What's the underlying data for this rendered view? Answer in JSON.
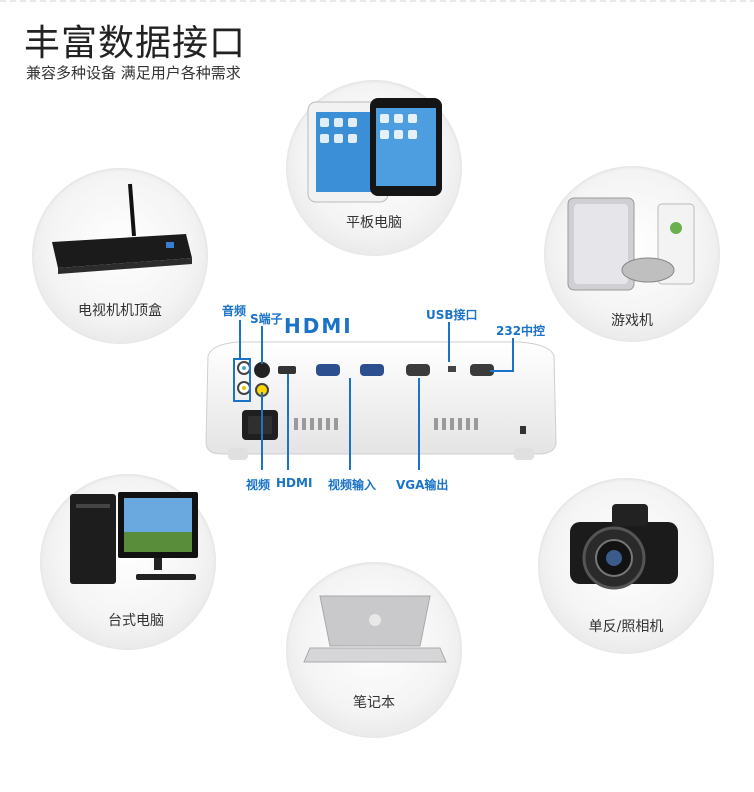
{
  "header": {
    "title": "丰富数据接口",
    "subtitle": "兼容多种设备 满足用户各种需求"
  },
  "devices": {
    "tablet": "平板电脑",
    "tv_box": "电视机机顶盒",
    "game": "游戏机",
    "desktop": "台式电脑",
    "laptop": "笔记本",
    "camera": "单反/照相机"
  },
  "ports": {
    "audio": "音频",
    "s_video": "S端子",
    "hdmi_logo": "HDMI",
    "usb": "USB接口",
    "rs232": "232中控",
    "video": "视频",
    "hdmi": "HDMI",
    "video_in": "视频输入",
    "vga_out": "VGA输出"
  },
  "colors": {
    "accent": "#1a73c8",
    "bubble_edge": "#dcdcdc"
  }
}
